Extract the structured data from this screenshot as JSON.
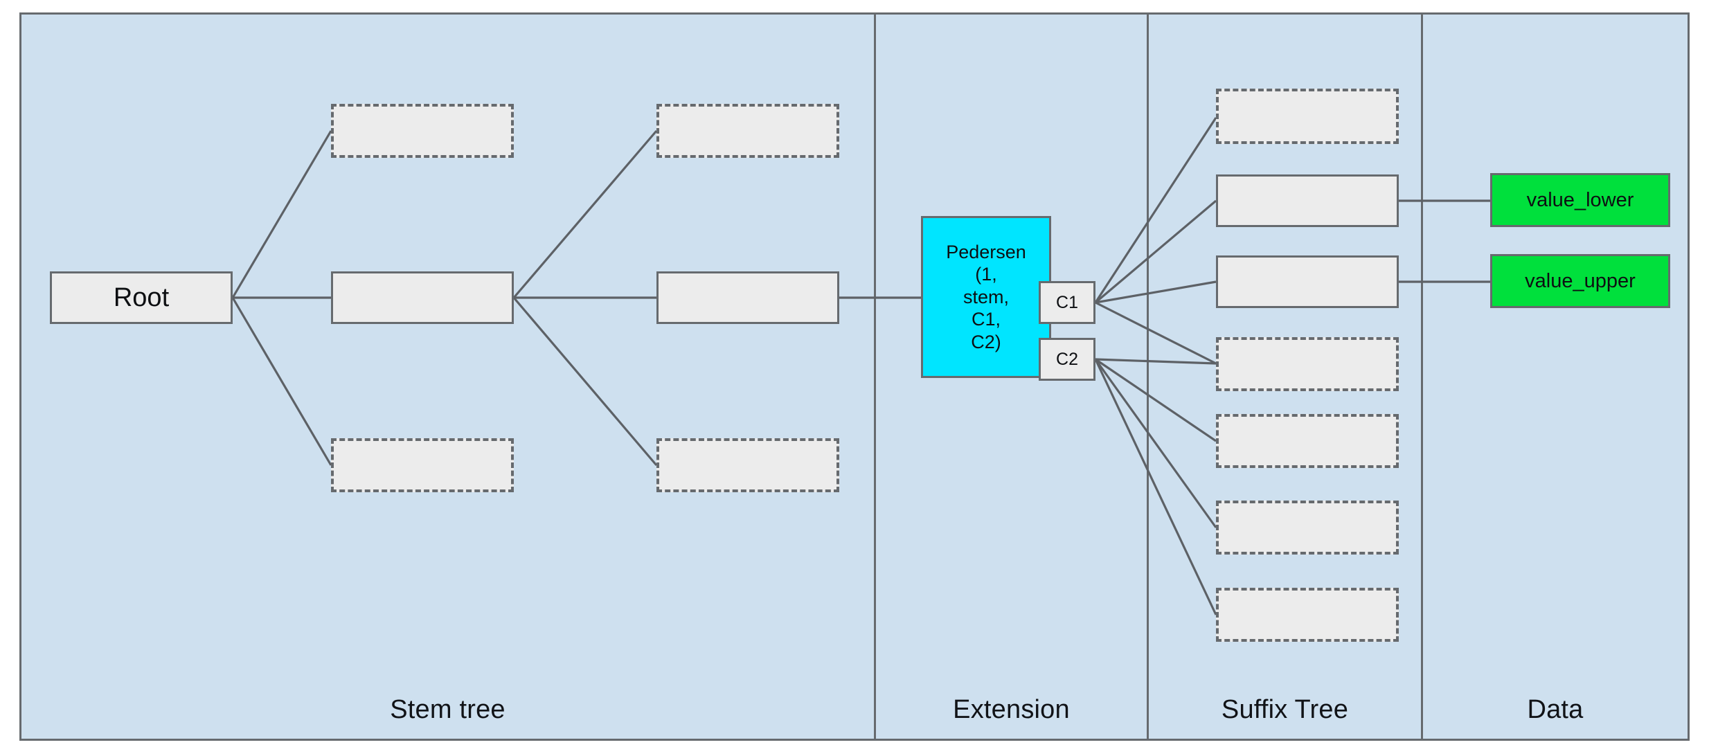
{
  "diagram": {
    "background_color": "#cee0ef",
    "node_fill": "#ececec",
    "node_stroke": "#666a6e",
    "pedersen_color": "#00e5ff",
    "value_color": "#00e03c",
    "lanes": [
      {
        "id": "stem-tree",
        "label": "Stem tree"
      },
      {
        "id": "extension",
        "label": "Extension"
      },
      {
        "id": "suffix-tree",
        "label": "Suffix Tree"
      },
      {
        "id": "data",
        "label": "Data"
      }
    ],
    "stem_tree": {
      "root": {
        "id": "root",
        "label": "Root",
        "style": "solid"
      },
      "level1": [
        {
          "id": "stem-l1-top",
          "label": "",
          "style": "dashed"
        },
        {
          "id": "stem-l1-mid",
          "label": "",
          "style": "solid"
        },
        {
          "id": "stem-l1-bottom",
          "label": "",
          "style": "dashed"
        }
      ],
      "level2": [
        {
          "id": "stem-l2-top",
          "label": "",
          "style": "dashed"
        },
        {
          "id": "stem-l2-mid",
          "label": "",
          "style": "solid"
        },
        {
          "id": "stem-l2-bottom",
          "label": "",
          "style": "dashed"
        }
      ]
    },
    "extension": {
      "pedersen": {
        "id": "pedersen-node",
        "label": "Pedersen\n(1,\nstem,\nC1,\nC2)",
        "lines": [
          "Pedersen",
          "(1,",
          "stem,",
          "C1,",
          "C2)"
        ]
      },
      "commitments": [
        {
          "id": "c1",
          "label": "C1"
        },
        {
          "id": "c2",
          "label": "C2"
        }
      ]
    },
    "suffix_tree": {
      "nodes": [
        {
          "id": "suffix-1",
          "label": "",
          "style": "dashed",
          "parent": "c1"
        },
        {
          "id": "suffix-2",
          "label": "",
          "style": "solid",
          "parent": "c1"
        },
        {
          "id": "suffix-3",
          "label": "",
          "style": "solid",
          "parent": "c1"
        },
        {
          "id": "suffix-4",
          "label": "",
          "style": "dashed",
          "parent": "c1"
        },
        {
          "id": "suffix-5",
          "label": "",
          "style": "dashed",
          "parent": "c2"
        },
        {
          "id": "suffix-6",
          "label": "",
          "style": "dashed",
          "parent": "c2"
        },
        {
          "id": "suffix-7",
          "label": "",
          "style": "dashed",
          "parent": "c2"
        }
      ]
    },
    "data": {
      "values": [
        {
          "id": "value-lower",
          "label": "value_lower",
          "source": "suffix-2"
        },
        {
          "id": "value-upper",
          "label": "value_upper",
          "source": "suffix-3"
        }
      ]
    }
  }
}
